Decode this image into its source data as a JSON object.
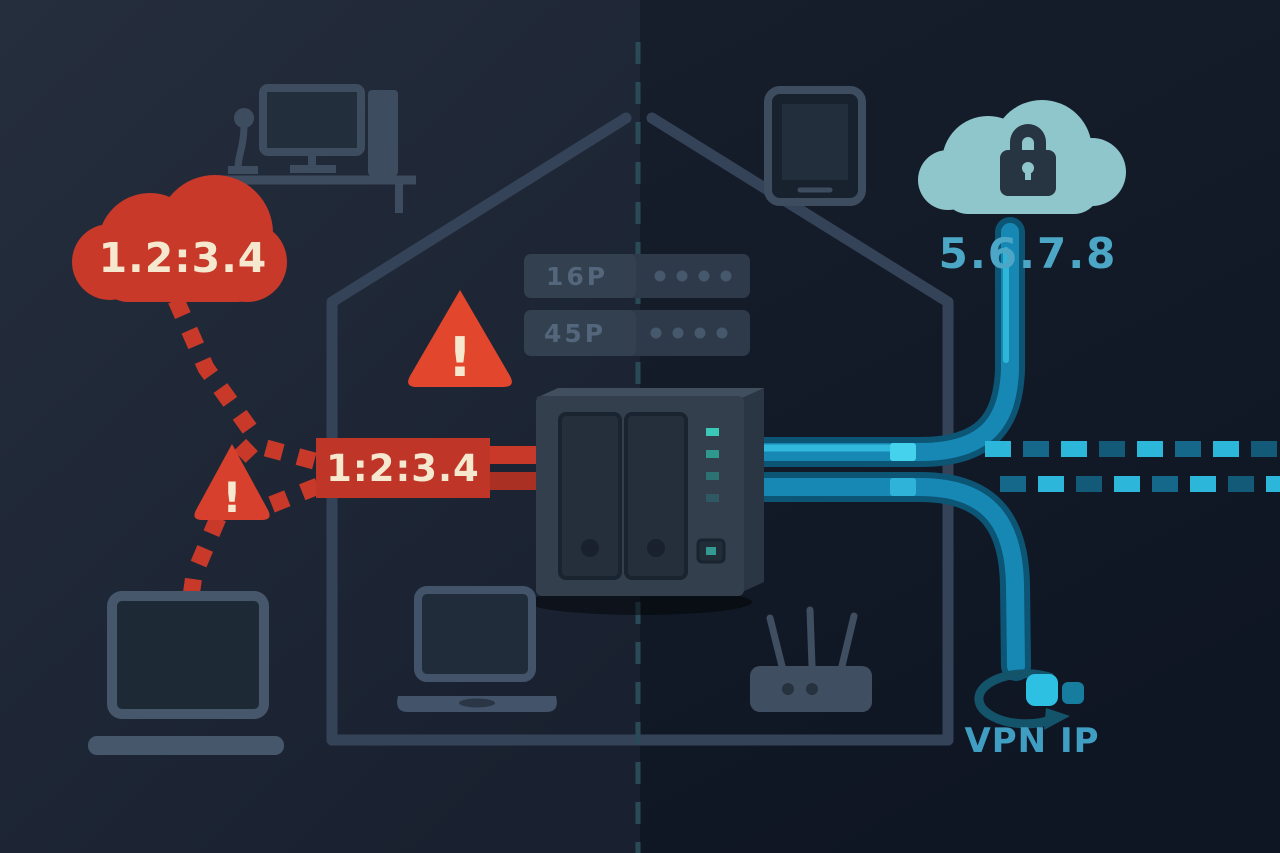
{
  "labels": {
    "public_ip_cloud": "1.2:3.4",
    "exposed_ip_banner": "1:2:3.4",
    "vpn_ip": "5.6.7.8",
    "vpn_caption": "VPN IP",
    "isp_port_1": "16P",
    "isp_port_2": "45P",
    "exclamation": "!"
  },
  "colors": {
    "bg_left": "#202938",
    "bg_right": "#131b29",
    "danger_red": "#c8392a",
    "danger_red_bright": "#e2462c",
    "banner_red": "#bf3527",
    "cream": "#f6e8cf",
    "teal_cloud": "#8fc6cb",
    "lock_dark": "#273441",
    "cable_teal": "#1788b4",
    "cable_teal_dark": "#0d5575",
    "cable_teal_bright": "#35c2e4",
    "teal_text": "#4ca7c6",
    "slate": "#3d4c5f",
    "house_line": "#354358",
    "nas_body": "#343f4d"
  }
}
